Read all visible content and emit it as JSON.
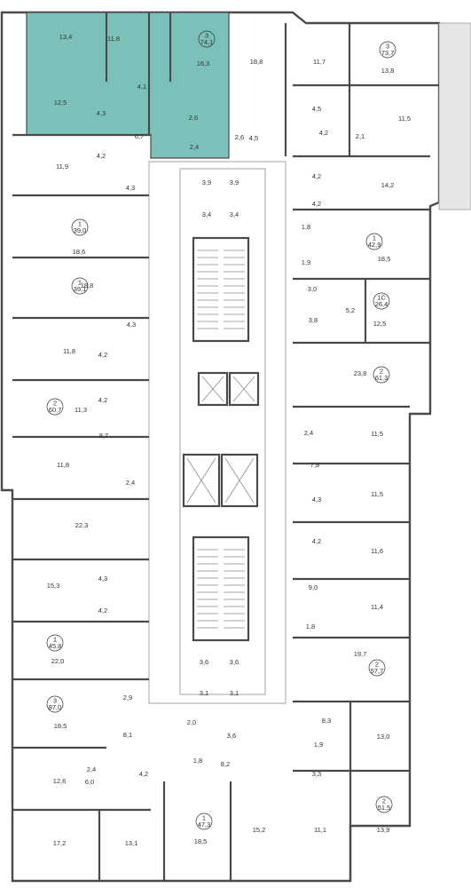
{
  "colors": {
    "highlight": "#7cc1b9",
    "wall": "#4a4a4a",
    "background": "#ffffff",
    "window": "#d9d9d9"
  },
  "apartments": [
    {
      "rooms": "3",
      "area": "74,1",
      "highlighted": true
    },
    {
      "rooms": "3",
      "area": "73,7"
    },
    {
      "rooms": "1",
      "area": "39,0"
    },
    {
      "rooms": "1",
      "area": "42,9"
    },
    {
      "rooms": "1",
      "area": "39,1"
    },
    {
      "rooms": "1С",
      "area": "26,4"
    },
    {
      "rooms": "2",
      "area": "61,3"
    },
    {
      "rooms": "2",
      "area": "60,7"
    },
    {
      "rooms": "1",
      "area": "45,8"
    },
    {
      "rooms": "2",
      "area": "57,7"
    },
    {
      "rooms": "3",
      "area": "87,0"
    },
    {
      "rooms": "2",
      "area": "51,5"
    },
    {
      "rooms": "1",
      "area": "47,3"
    }
  ],
  "room_labels": [
    "13,4",
    "11,8",
    "16,3",
    "4,1",
    "12,5",
    "4,3",
    "6,7",
    "2,6",
    "2,4",
    "4,2",
    "18,8",
    "2,6",
    "4,5",
    "11,7",
    "13,8",
    "4,5",
    "11,5",
    "4,2",
    "2,1",
    "4,2",
    "14,2",
    "11,9",
    "4,3",
    "3,9",
    "3,9",
    "3,4",
    "3,4",
    "18,6",
    "4,2",
    "1,8",
    "18,5",
    "1,9",
    "18,8",
    "3,0",
    "5,2",
    "12,5",
    "3,8",
    "4,3",
    "11,8",
    "4,2",
    "23,8",
    "11,3",
    "4,2",
    "8,7",
    "2,4",
    "11,5",
    "11,8",
    "7,8",
    "2,4",
    "11,5",
    "22,3",
    "4,3",
    "4,2",
    "11,6",
    "15,3",
    "4,3",
    "4,2",
    "9,0",
    "11,4",
    "22,0",
    "1,8",
    "19,7",
    "3,6",
    "3,6",
    "3,1",
    "3,1",
    "18,5",
    "2,9",
    "8,3",
    "8,1",
    "2,0",
    "3,6",
    "1,9",
    "13,0",
    "2,4",
    "1,8",
    "8,2",
    "3,3",
    "12,6",
    "6,0",
    "4,2",
    "17,2",
    "13,1",
    "18,5",
    "15,2",
    "11,1",
    "13,9"
  ]
}
